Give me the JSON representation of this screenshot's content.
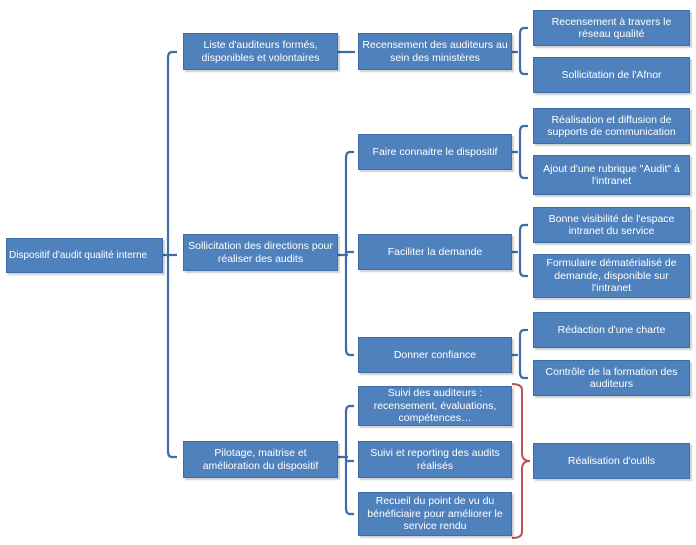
{
  "colors": {
    "box_fill": "#4f81bd",
    "box_border": "#3e6ca6",
    "box_text": "#ffffff",
    "connector": "#3e6ca6",
    "highlight_bracket": "#c0504d"
  },
  "root": {
    "label": "Dispositif d'audit qualité interne"
  },
  "level1": [
    {
      "label": "Liste d'auditeurs formés, disponibles et volontaires"
    },
    {
      "label": "Sollicitation des directions pour réaliser des audits"
    },
    {
      "label": "Pilotage, maitrise et amélioration du dispositif"
    }
  ],
  "level2": [
    {
      "label": "Recensement des auditeurs au sein des ministères"
    },
    {
      "label": "Faire connaitre le dispositif"
    },
    {
      "label": "Faciliter la demande"
    },
    {
      "label": "Donner confiance"
    },
    {
      "label": "Suivi des auditeurs : recensement, évaluations, compétences…"
    },
    {
      "label": "Suivi et reporting des audits réalisés"
    },
    {
      "label": "Recueil du point de vu du bénéficiaire pour améliorer le service rendu"
    }
  ],
  "level3": [
    {
      "label": "Recensement à travers le réseau qualité"
    },
    {
      "label": "Sollicitation de l'Afnor"
    },
    {
      "label": "Réalisation et diffusion de supports de communication"
    },
    {
      "label": "Ajout d'une rubrique \"Audit\" à l'intranet"
    },
    {
      "label": "Bonne visibilité de l'espace intranet du service"
    },
    {
      "label": "Formulaire dématérialisé de demande, disponible sur l'intranet"
    },
    {
      "label": "Rédaction d'une charte"
    },
    {
      "label": "Contrôle de la formation des auditeurs"
    },
    {
      "label": "Réalisation d'outils"
    }
  ]
}
